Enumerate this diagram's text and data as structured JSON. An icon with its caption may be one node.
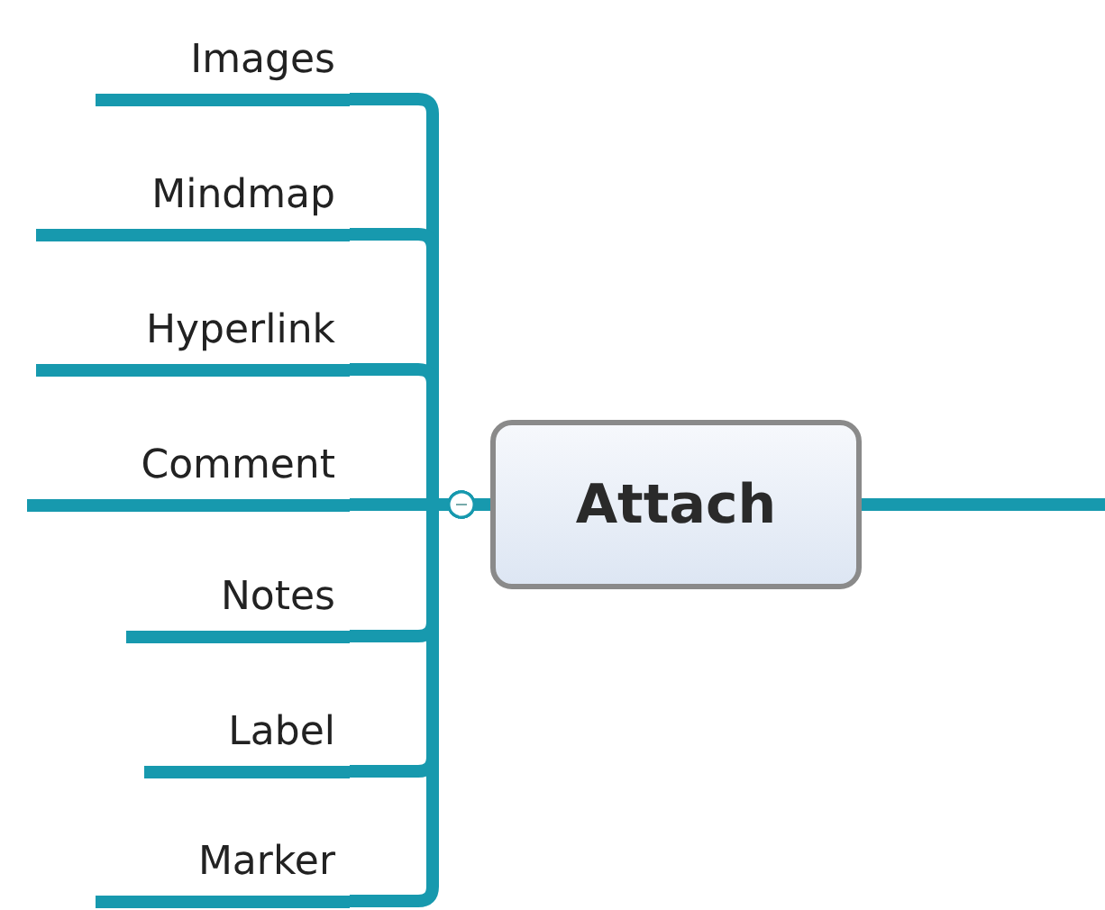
{
  "diagram": {
    "nodes": [
      {
        "text": [
          "Attach"
        ]
      },
      {
        "text": [
          "Images"
        ]
      },
      {
        "text": [
          "Mindmap"
        ]
      },
      {
        "text": [
          "Hyperlink"
        ]
      },
      {
        "text": [
          "Comment"
        ]
      },
      {
        "text": [
          "Notes"
        ]
      },
      {
        "text": [
          "Label"
        ]
      },
      {
        "text": [
          "Marker"
        ]
      }
    ],
    "edges": [
      {
        "from": 0,
        "to": 1,
        "arrow": "other"
      },
      {
        "from": 0,
        "to": 2,
        "arrow": "other"
      },
      {
        "from": 0,
        "to": 3,
        "arrow": "other"
      },
      {
        "from": 0,
        "to": 4,
        "arrow": "other"
      },
      {
        "from": 0,
        "to": 5,
        "arrow": "other"
      },
      {
        "from": 0,
        "to": 6,
        "arrow": "other"
      },
      {
        "from": 0,
        "to": 7,
        "arrow": "other"
      },
      {
        "from": 0,
        "to": null,
        "arrow": "none"
      }
    ]
  }
}
